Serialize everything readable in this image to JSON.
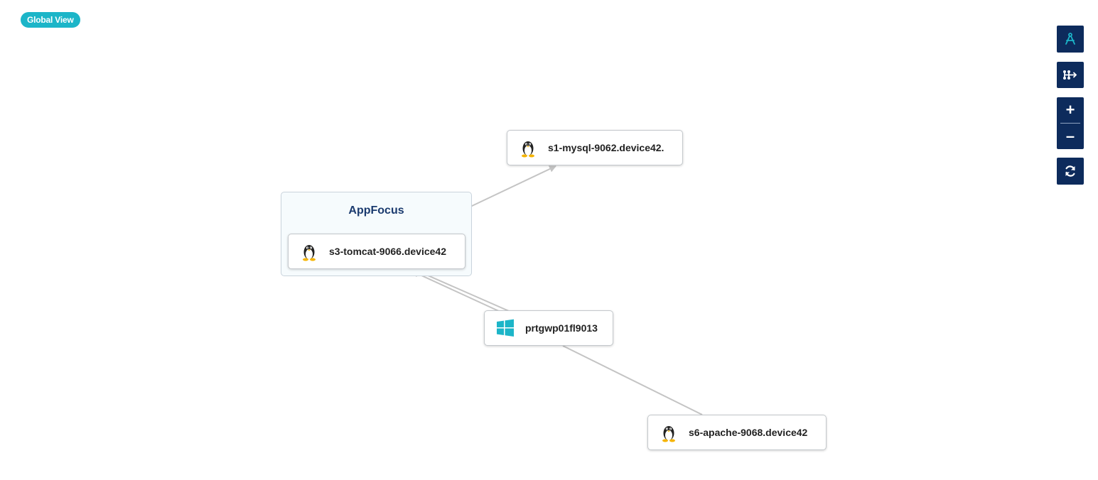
{
  "view_badge": "Global View",
  "group": {
    "title": "AppFocus"
  },
  "nodes": {
    "mysql": {
      "label": "s1-mysql-9062.device42.",
      "os": "linux-icon"
    },
    "tomcat": {
      "label": "s3-tomcat-9066.device42",
      "os": "linux-icon"
    },
    "windows": {
      "label": "prtgwp01fl9013",
      "os": "windows-icon"
    },
    "apache": {
      "label": "s6-apache-9068.device42",
      "os": "linux-icon"
    }
  },
  "toolbar": {
    "layout_icon": "compass-icon",
    "hierarchy_icon": "hierarchy-icon",
    "zoom_in": "+",
    "zoom_out": "–",
    "refresh_icon": "refresh-icon"
  },
  "colors": {
    "badge": "#1cb5c8",
    "toolbar": "#0d2b5c",
    "edge": "#c4c4c4",
    "windows": "#1cb5c8",
    "group_title": "#1a3a6e"
  }
}
